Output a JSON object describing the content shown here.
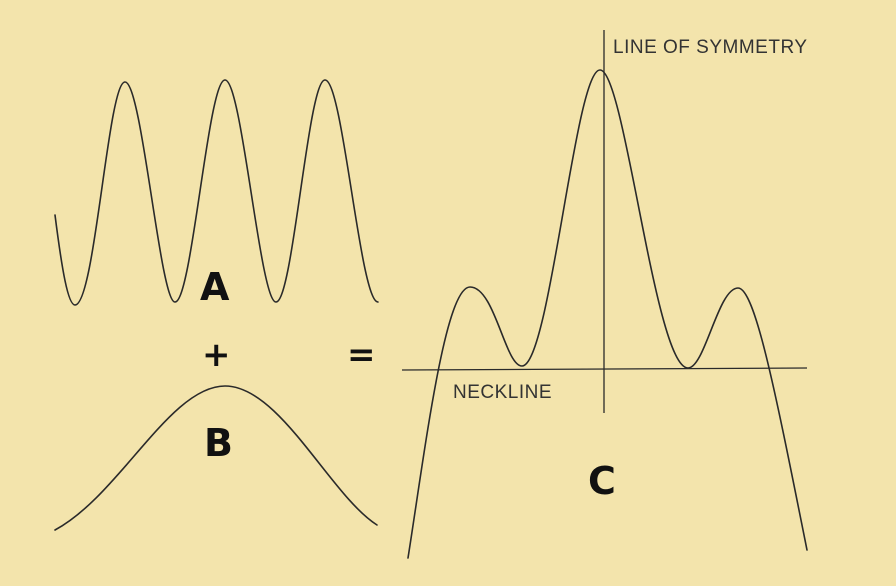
{
  "labels": {
    "wave_a": "A",
    "wave_b": "B",
    "wave_c": "C",
    "plus": "+",
    "equals": "=",
    "line_of_symmetry": "LINE OF SYMMETRY",
    "neckline": "NECKLINE"
  },
  "colors": {
    "background": "#f3e4ac",
    "ink": "#2a2a2a"
  }
}
